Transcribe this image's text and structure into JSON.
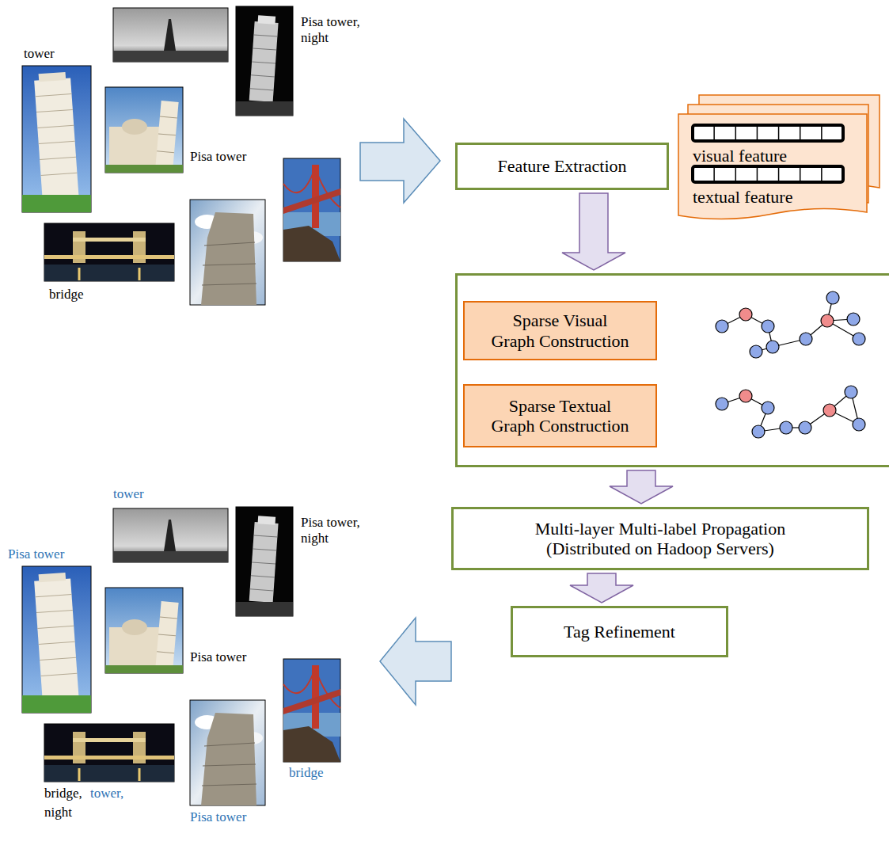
{
  "diagram": {
    "nodes": [
      {
        "text": [
          "Feature Extraction"
        ]
      },
      {
        "text": [
          "visual feature",
          "textual feature"
        ]
      },
      {
        "text": []
      },
      {
        "text": [
          "Sparse Visual Graph Construction"
        ],
        "in": 2
      },
      {
        "text": [
          "Sparse Textual Graph Construction"
        ],
        "in": 2
      },
      {
        "text": [
          "Multi-layer Multi-label Propagation (Distributed on Hadoop Servers)"
        ]
      },
      {
        "text": [
          "Tag Refinement"
        ]
      }
    ],
    "edges": [
      {
        "from": 0,
        "to": 2,
        "arrow": "to"
      },
      {
        "from": 2,
        "to": 5,
        "arrow": "to"
      },
      {
        "from": 5,
        "to": 6,
        "arrow": "to"
      }
    ],
    "labels": [
      "tower",
      "Pisa tower, night",
      "Pisa tower",
      "bridge",
      "tower",
      "Pisa tower, night",
      "Pisa tower",
      "Pisa tower",
      "bridge",
      "bridge,",
      "tower,",
      "night",
      "Pisa tower"
    ]
  }
}
